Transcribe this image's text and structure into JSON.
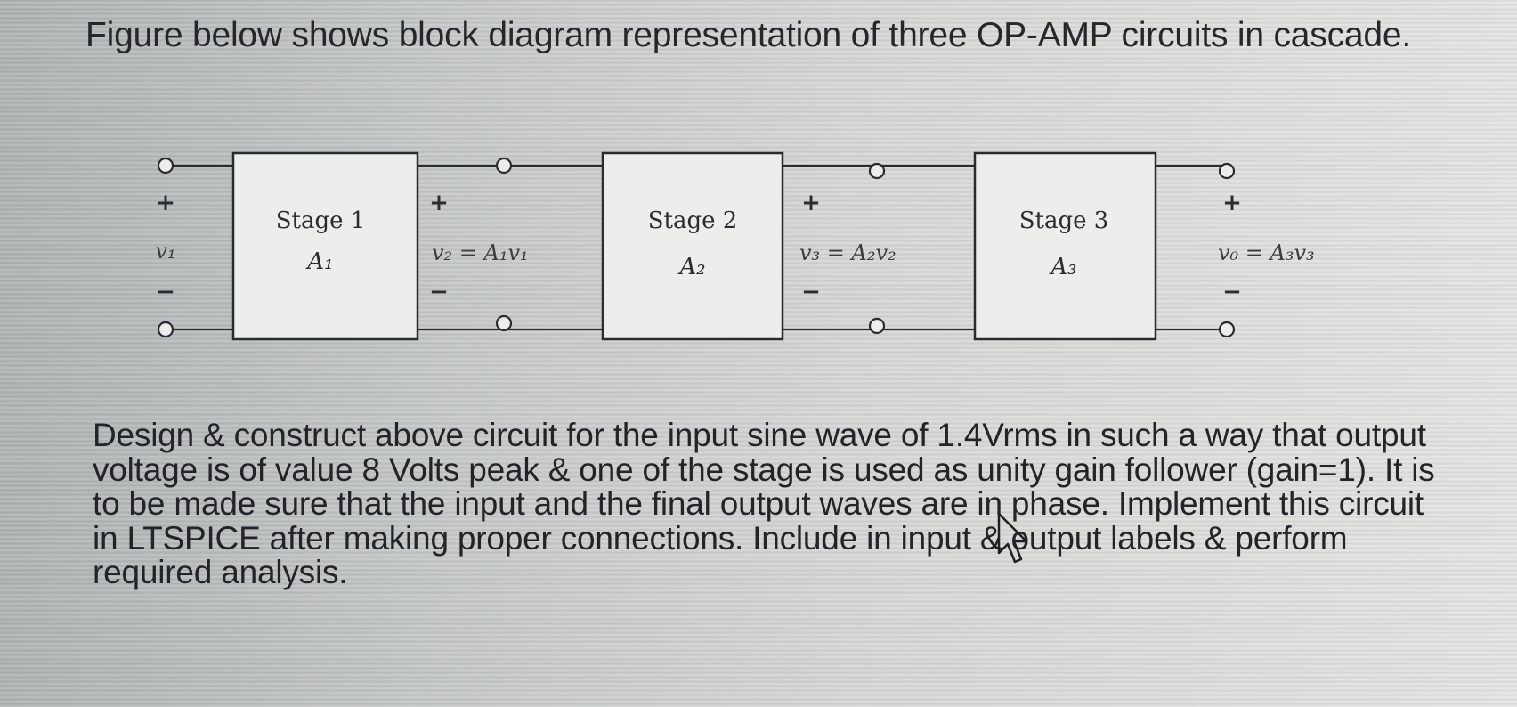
{
  "intro": "Figure below shows block diagram representation of three OP-AMP circuits in cascade.",
  "diagram": {
    "stages": [
      {
        "name": "Stage 1",
        "gain": "A₁"
      },
      {
        "name": "Stage 2",
        "gain": "A₂"
      },
      {
        "name": "Stage 3",
        "gain": "A₃"
      }
    ],
    "input_label": "v₁",
    "links": [
      {
        "label": "v₂ = A₁v₁"
      },
      {
        "label": "v₃ = A₂v₂"
      },
      {
        "label": "v₀ = A₃v₃"
      }
    ],
    "plus": "+",
    "minus": "−"
  },
  "task": "Design & construct above circuit for the input sine wave of 1.4Vrms in such a way that output voltage is of value 8 Volts peak & one of the stage is used as unity gain follower (gain=1). It is to be made sure that the input and the final output waves are in phase. Implement this circuit in LTSPICE after making proper connections. Include in input & output labels & perform required analysis.",
  "colors": {
    "ink": "#222428",
    "box_fill": "#eceeec",
    "line": "#2a2b2e"
  }
}
